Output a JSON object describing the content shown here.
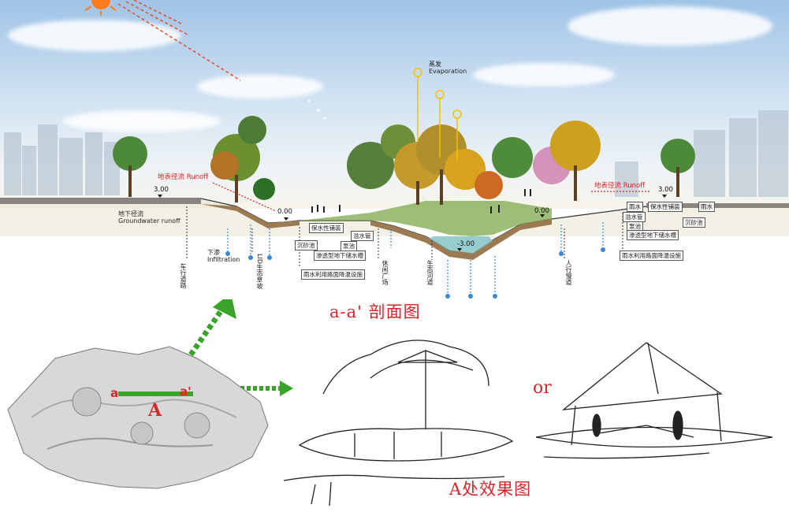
{
  "section": {
    "runoff_left_cn": "地表径流",
    "runoff_left_en": "Runoff",
    "runoff_right_cn": "地表径流",
    "runoff_right_en": "Runoff",
    "evap_cn": "蒸发",
    "evap_en": "Evaporation",
    "elev_left": "3.00",
    "elev_right": "3.00",
    "elev_mid_left": "0.00",
    "elev_mid_right": "0.00",
    "elev_pond": "-3.00",
    "groundwater_cn": "地下径流",
    "groundwater_en": "Groundwater runoff",
    "infiltration_cn": "下渗",
    "infiltration_en": "Infiltration",
    "v_road": "车行道路",
    "v_lid": "LID生态草坡",
    "v_plaza": "休闲广场",
    "v_river": "生态河道",
    "v_path": "人行慢道",
    "box_water_bag": "保水性铺装",
    "box_overflow": "溢水管",
    "box_pump_station": "泵池",
    "box_settling": "沉砂池",
    "box_tank": "渗透型地下储水槽",
    "box_rain_system": "雨水利用路面降温设施",
    "r_box_bag": "保水性铺装",
    "r_box_rain": "雨水",
    "r_box_overflow": "溢水管",
    "r_box_pump": "泵池",
    "r_box_tank": "渗透型地下储水槽",
    "r_box_settling": "沉砂池",
    "r_box_system": "雨水利用路面降温设施",
    "r_box_rain2": "雨水"
  },
  "titles": {
    "section_title": "a-a' 剖面图",
    "effect_title": "A处效果图",
    "or_text": "or"
  },
  "plan": {
    "marker_a1": "a",
    "marker_a2": "a'",
    "marker_A": "A"
  },
  "colors": {
    "accent_red": "#d8252a",
    "arrow_green": "#3aa32a",
    "water_blue": "#3b88d6",
    "evap_yellow": "#f2c200"
  }
}
